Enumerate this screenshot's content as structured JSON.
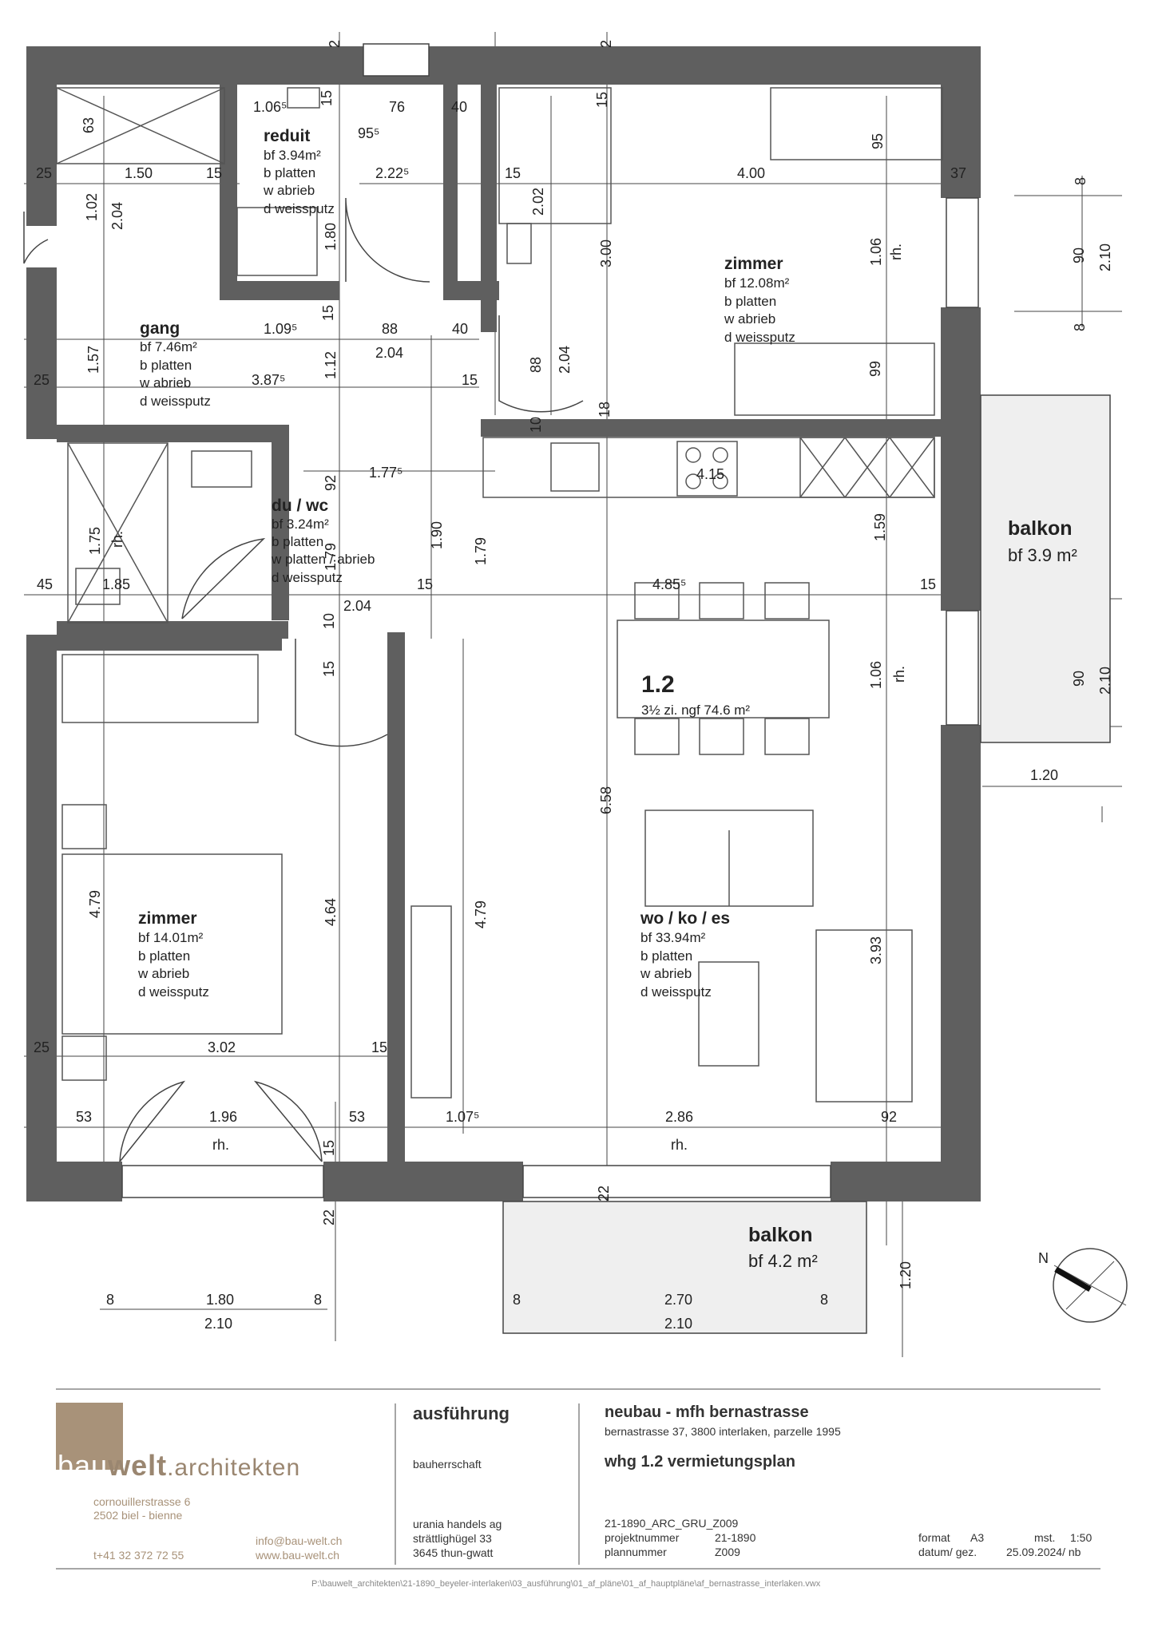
{
  "plan": {
    "rooms": {
      "reduit": {
        "name": "reduit",
        "bf": "bf  3.94m²",
        "b": "b   platten",
        "w": "w   abrieb",
        "d": "d   weissputz"
      },
      "zimmer_top": {
        "name": "zimmer",
        "bf": "bf  12.08m²",
        "b": "b   platten",
        "w": "w   abrieb",
        "d": "d   weissputz"
      },
      "gang": {
        "name": "gang",
        "bf": "bf  7.46m²",
        "b": "b   platten",
        "w": "w   abrieb",
        "d": "d   weissputz"
      },
      "duwc": {
        "name": "du / wc",
        "bf": "bf  3.24m²",
        "b": "b   platten",
        "w": "w   platten / abrieb",
        "d": "d   weissputz"
      },
      "zimmer_bottom": {
        "name": "zimmer",
        "bf": "bf  14.01m²",
        "b": "b   platten",
        "w": "w   abrieb",
        "d": "d   weissputz"
      },
      "woko": {
        "name": "wo / ko / es",
        "bf": "bf  33.94m²",
        "b": "b   platten",
        "w": "w   abrieb",
        "d": "d   weissputz"
      }
    },
    "unit": {
      "number": "1.2",
      "desc": "3½ zi. ngf 74.6 m²"
    },
    "balkon_right": {
      "name": "balkon",
      "area": "bf 3.9 m²"
    },
    "balkon_bottom": {
      "name": "balkon",
      "area": "bf 4.2 m²"
    },
    "dims": {
      "d106": "1.06⁵",
      "d15a": "15",
      "d76": "76",
      "d40a": "40",
      "d2a": "2",
      "d2b": "2",
      "d15b": "15",
      "d63": "63",
      "d955": "95⁵",
      "d2225": "2.22⁵",
      "d95": "95",
      "d37": "37",
      "d25a": "25",
      "d150": "1.50",
      "d15c": "15",
      "d15d": "15",
      "d400": "4.00",
      "d8a": "8",
      "d102": "1.02",
      "d204a": "2.04",
      "d180a": "1.80",
      "d202": "2.02",
      "d300": "3.00",
      "d106b": "1.06",
      "rh1": "rh.",
      "d90a": "90",
      "d210a": "2.10",
      "d8b": "8",
      "d1095": "1.09⁵",
      "d88a": "88",
      "d40b": "40",
      "d15e": "15",
      "d157": "1.57",
      "d112": "1.12",
      "d204b": "2.04",
      "d88b": "88",
      "d204c": "2.04",
      "d99": "99",
      "d25b": "25",
      "d3875": "3.87⁵",
      "d15f": "15",
      "d10a": "10",
      "d18": "18",
      "d92a": "92",
      "d1775": "1.77⁵",
      "d415": "4.15",
      "d190": "1.90",
      "d179a": "1.79",
      "d179b": "1.79",
      "d159": "1.59",
      "d175": "1.75",
      "rh2": "rh.",
      "d45": "45",
      "d185": "1.85",
      "d204d": "2.04",
      "d15g": "15",
      "d4855": "4.85⁵",
      "d15h": "15",
      "d10b": "10",
      "d15i": "15",
      "d106c": "1.06",
      "rh3": "rh.",
      "d90b": "90",
      "d210b": "2.10",
      "d120a": "1.20",
      "d479a": "4.79",
      "d464": "4.64",
      "d479b": "4.79",
      "d658": "6.58",
      "d393": "3.93",
      "d25c": "25",
      "d302": "3.02",
      "d15j": "15",
      "d53a": "53",
      "d196": "1.96",
      "d53b": "53",
      "rh4": "rh.",
      "d1075": "1.07⁵",
      "d286": "2.86",
      "d92b": "92",
      "rh5": "rh.",
      "d15k": "15",
      "d22a": "22",
      "d22b": "22",
      "d120b": "1.20",
      "d8c": "8",
      "d180b": "1.80",
      "d8d": "8",
      "d210c": "2.10",
      "d8e": "8",
      "d270": "2.70",
      "d8f": "8",
      "d210d": "2.10"
    },
    "north": "N"
  },
  "titleblock": {
    "logo_a": "bau",
    "logo_b": "welt",
    "logo_c": ".architekten",
    "address1": "cornouillerstrasse 6",
    "address2": "2502 biel - bienne",
    "email": "info@bau-welt.ch",
    "phone": "t+41 32 372 72 55",
    "web": "www.bau-welt.ch",
    "phase": "ausführung",
    "client_label": "bauherrschaft",
    "client1": "urania handels ag",
    "client2": "strättlighügel 33",
    "client3": "3645 thun-gwatt",
    "project": "neubau - mfh bernastrasse",
    "project_sub": "bernastrasse 37, 3800 interlaken, parzelle 1995",
    "plan_title": "whg 1.2 vermietungsplan",
    "code": "21-1890_ARC_GRU_Z009",
    "projnum_label": "projektnummer",
    "projnum": "21-1890",
    "plannum_label": "plannummer",
    "plannum": "Z009",
    "format_label": "format",
    "format": "A3",
    "scale_label": "mst.",
    "scale": "1:50",
    "date_label": "datum/ gez.",
    "date": "25.09.2024/ nb",
    "path": "P:\\bauwelt_architekten\\21-1890_beyeler-interlaken\\03_ausführung\\01_af_pläne\\01_af_hauptpläne\\af_bernastrasse_interlaken.vwx"
  }
}
